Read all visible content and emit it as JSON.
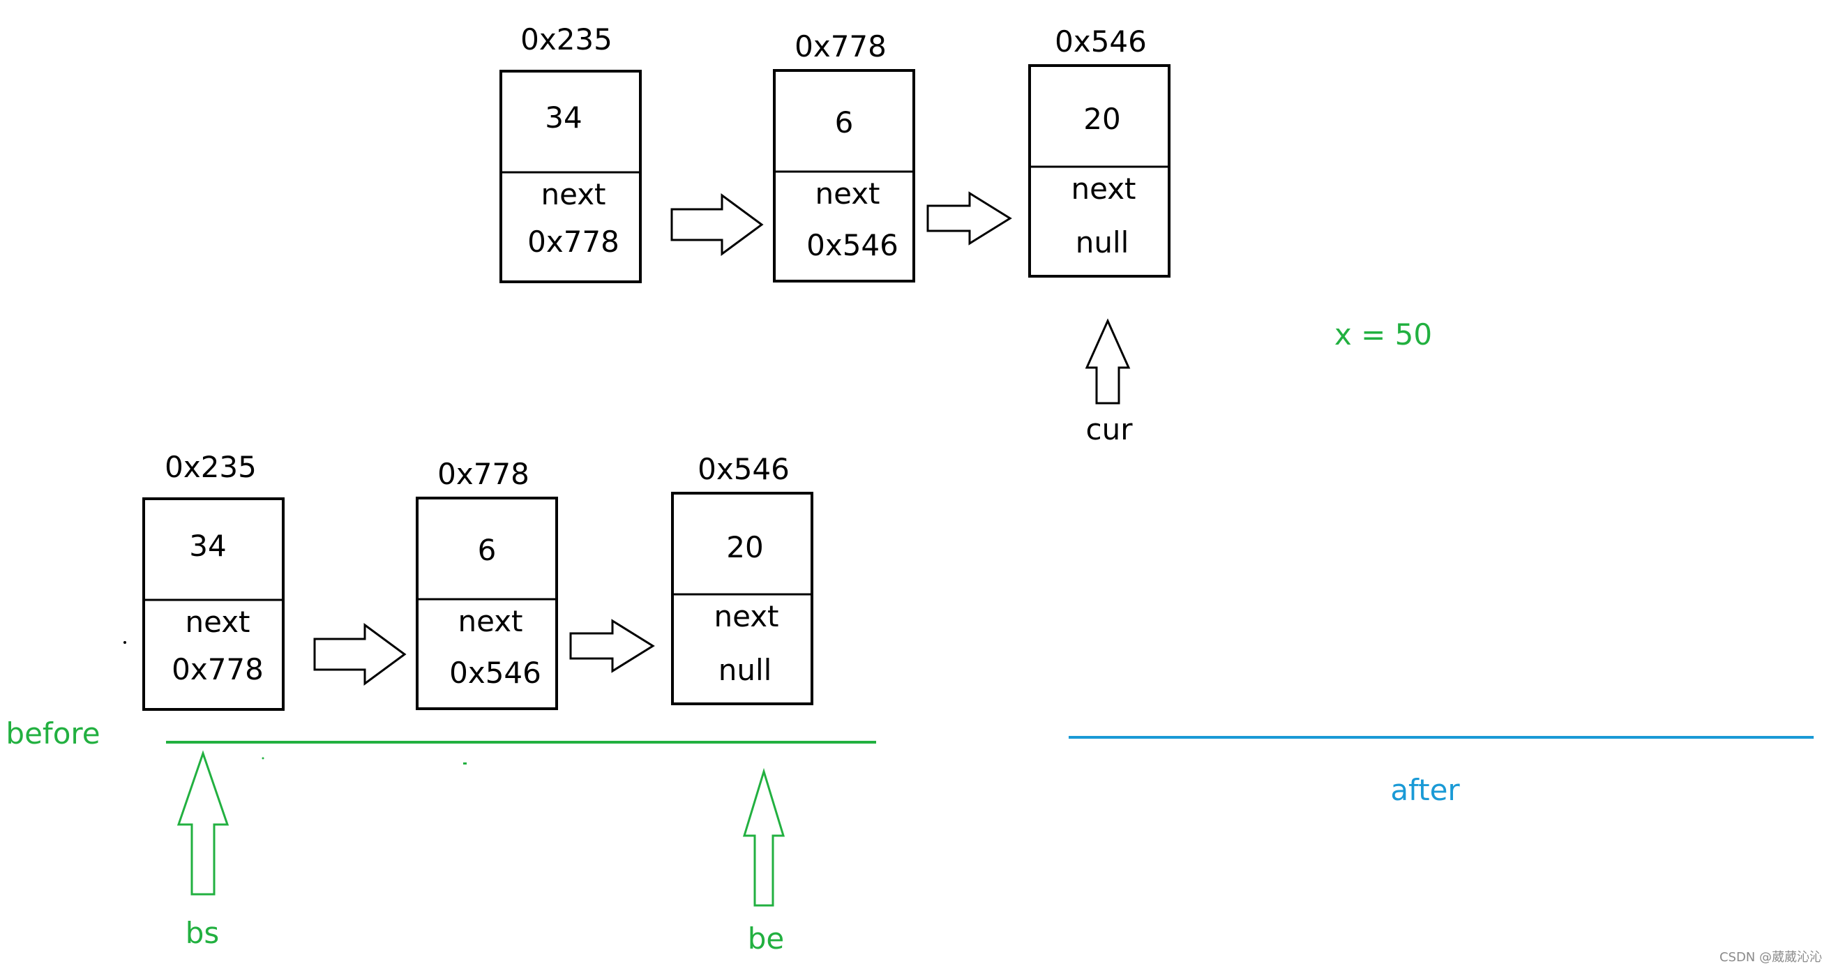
{
  "top_list": {
    "nodes": [
      {
        "address": "0x235",
        "value": "34",
        "next_label": "next",
        "next_value": "0x778"
      },
      {
        "address": "0x778",
        "value": "6",
        "next_label": "next",
        "next_value": "0x546"
      },
      {
        "address": "0x546",
        "value": "20",
        "next_label": "next",
        "next_value": "null"
      }
    ],
    "cur_label": "cur",
    "x_label": "x = 50"
  },
  "bottom_list": {
    "nodes": [
      {
        "address": "0x235",
        "value": "34",
        "next_label": "next",
        "next_value": "0x778"
      },
      {
        "address": "0x778",
        "value": "6",
        "next_label": "next",
        "next_value": "0x546"
      },
      {
        "address": "0x546",
        "value": "20",
        "next_label": "next",
        "next_value": "null"
      }
    ],
    "before_label": "before",
    "after_label": "after",
    "bs_label": "bs",
    "be_label": "be"
  },
  "watermark": "CSDN @葳葳沁沁",
  "colors": {
    "green": "#22b040",
    "blue": "#1a9ad6",
    "black": "#000000"
  }
}
